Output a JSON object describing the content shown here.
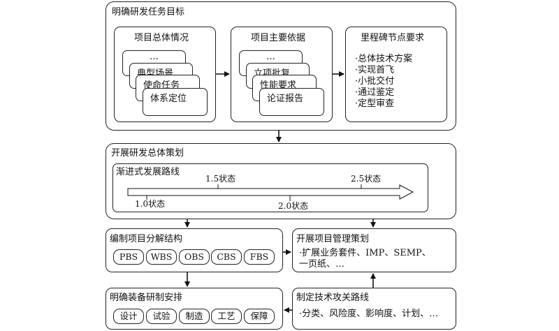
{
  "goals": {
    "title": "明确研发任务目标",
    "overview": {
      "title": "项目总体情况",
      "cards": [
        "…",
        "典型场景",
        "使命任务",
        "体系定位"
      ]
    },
    "basis": {
      "title": "项目主要依据",
      "cards": [
        "…",
        "立项批复",
        "性能要求",
        "论证报告"
      ]
    },
    "milestones": {
      "title": "里程碑节点要求",
      "items": [
        "·总体技术方案",
        "·实现首飞",
        "·小批交付",
        "·通过鉴定",
        "·定型审查"
      ]
    }
  },
  "planning": {
    "title": "开展研发总体策划",
    "roadmap": {
      "title": "渐进式发展路线",
      "states": [
        "1.0状态",
        "1.5状态",
        "2.0状态",
        "2.5状态"
      ]
    }
  },
  "breakdown": {
    "title": "编制项目分解结构",
    "items": [
      "PBS",
      "WBS",
      "OBS",
      "CBS",
      "FBS"
    ]
  },
  "management": {
    "title": "开展项目管理策划",
    "line1": "·扩展业务套件、IMP、SEMP、",
    "line2": "一页纸、…"
  },
  "arrangement": {
    "title": "明确装备研制安排",
    "items": [
      "设计",
      "试验",
      "制造",
      "工艺",
      "保障"
    ]
  },
  "techroute": {
    "title": "制定技术攻关路线",
    "line1": "·分类、风险度、影响度、计划、…"
  }
}
